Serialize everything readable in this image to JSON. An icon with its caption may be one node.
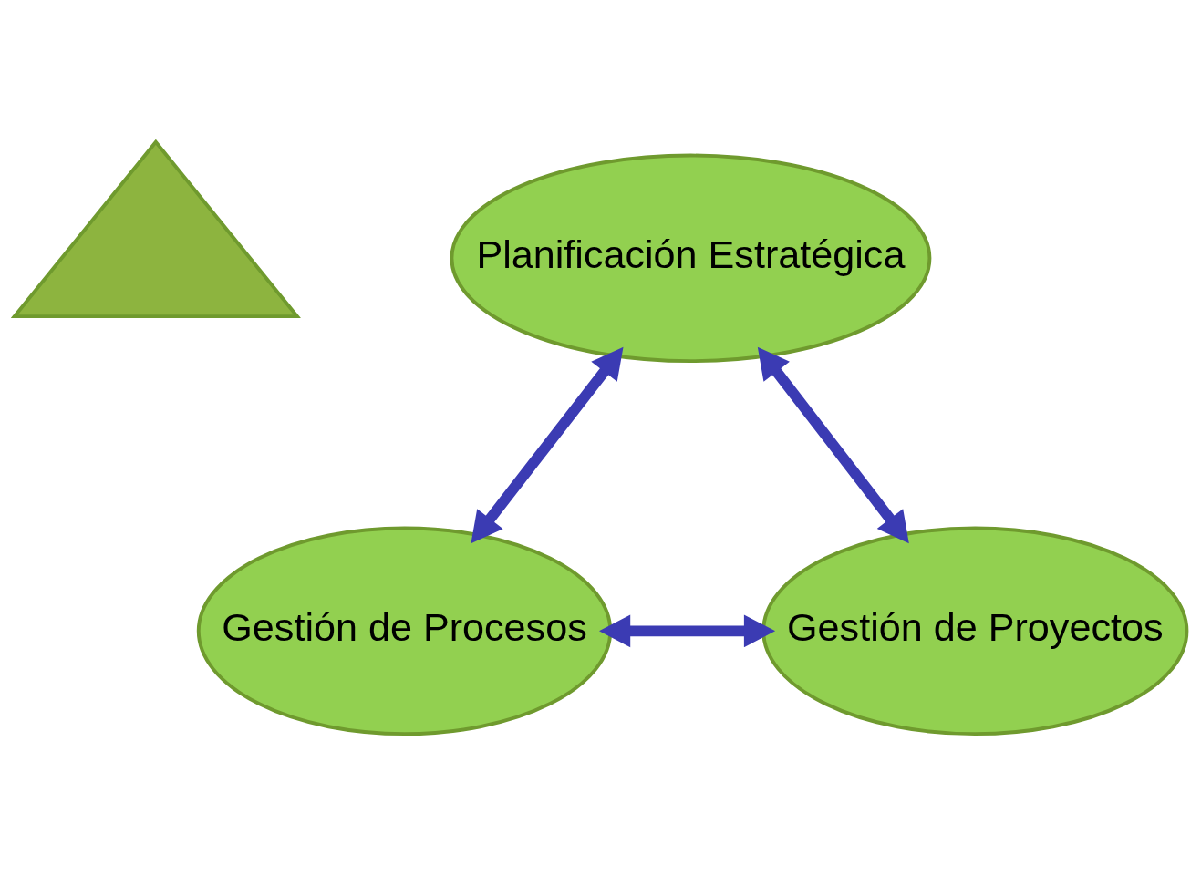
{
  "diagram": {
    "nodes": [
      {
        "text": [],
        "shape": "triangle"
      },
      {
        "text": [
          "Planificación Estratégica"
        ]
      },
      {
        "text": [
          "Gestión de Procesos"
        ]
      },
      {
        "text": [
          "Gestión de Proyectos"
        ]
      }
    ],
    "edges": [
      {
        "from": 1,
        "to": 2,
        "arrow": "both"
      },
      {
        "from": 1,
        "to": 3,
        "arrow": "both"
      },
      {
        "from": 2,
        "to": 3,
        "arrow": "both"
      }
    ]
  }
}
